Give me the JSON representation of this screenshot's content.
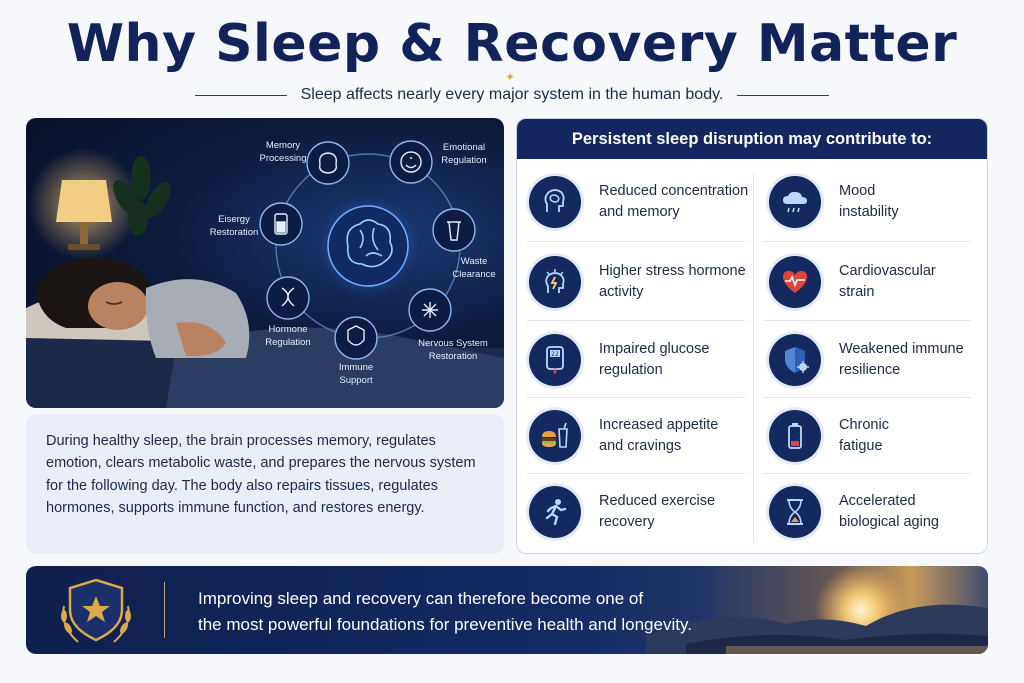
{
  "title": "Why Sleep & Recovery Matter",
  "subtitle": "Sleep affects nearly every major system in the human body.",
  "hero": {
    "labels": {
      "memory": "Memory\nProcessing",
      "emotional": "Emotional\nRegulation",
      "energy": "Eisergy\nRestoration",
      "waste": "Waste\nClearance",
      "hormone": "Hormone\nRegulation",
      "immune": "Immune\nSupport",
      "nervous": "Nervous System\nRestoration"
    }
  },
  "description": "During healthy sleep, the brain processes memory, regulates emotion, clears metabolic waste, and prepares the nervous system for the following day. The body also repairs tissues, regulates hormones, supports immune function, and restores energy.",
  "card": {
    "heading": "Persistent sleep disruption may contribute to:",
    "items": [
      {
        "text": "Reduced concentration\nand memory",
        "icon": "brain-head-icon"
      },
      {
        "text": "Mood\ninstability",
        "icon": "storm-cloud-icon"
      },
      {
        "text": "Higher stress hormone\nactivity",
        "icon": "stress-head-icon"
      },
      {
        "text": "Cardiovascular\nstrain",
        "icon": "heart-pulse-icon"
      },
      {
        "text": "Impaired glucose\nregulation",
        "icon": "glucose-meter-icon"
      },
      {
        "text": "Weakened immune\nresilience",
        "icon": "shield-virus-icon"
      },
      {
        "text": "Increased appetite\nand cravings",
        "icon": "burger-drink-icon"
      },
      {
        "text": "Chronic\nfatigue",
        "icon": "low-battery-icon"
      },
      {
        "text": "Reduced exercise\nrecovery",
        "icon": "runner-icon"
      },
      {
        "text": "Accelerated\nbiological aging",
        "icon": "hourglass-icon"
      }
    ]
  },
  "meter_reading": "22",
  "banner": {
    "line1": "Improving sleep and recovery can therefore become one of",
    "line2": "the most powerful foundations for preventive health and longevity.",
    "icon": "star-shield-laurel-icon"
  },
  "colors": {
    "navy": "#13265f",
    "title": "#12235a",
    "accent_red": "#e0453a",
    "gold": "#d9a94a"
  }
}
